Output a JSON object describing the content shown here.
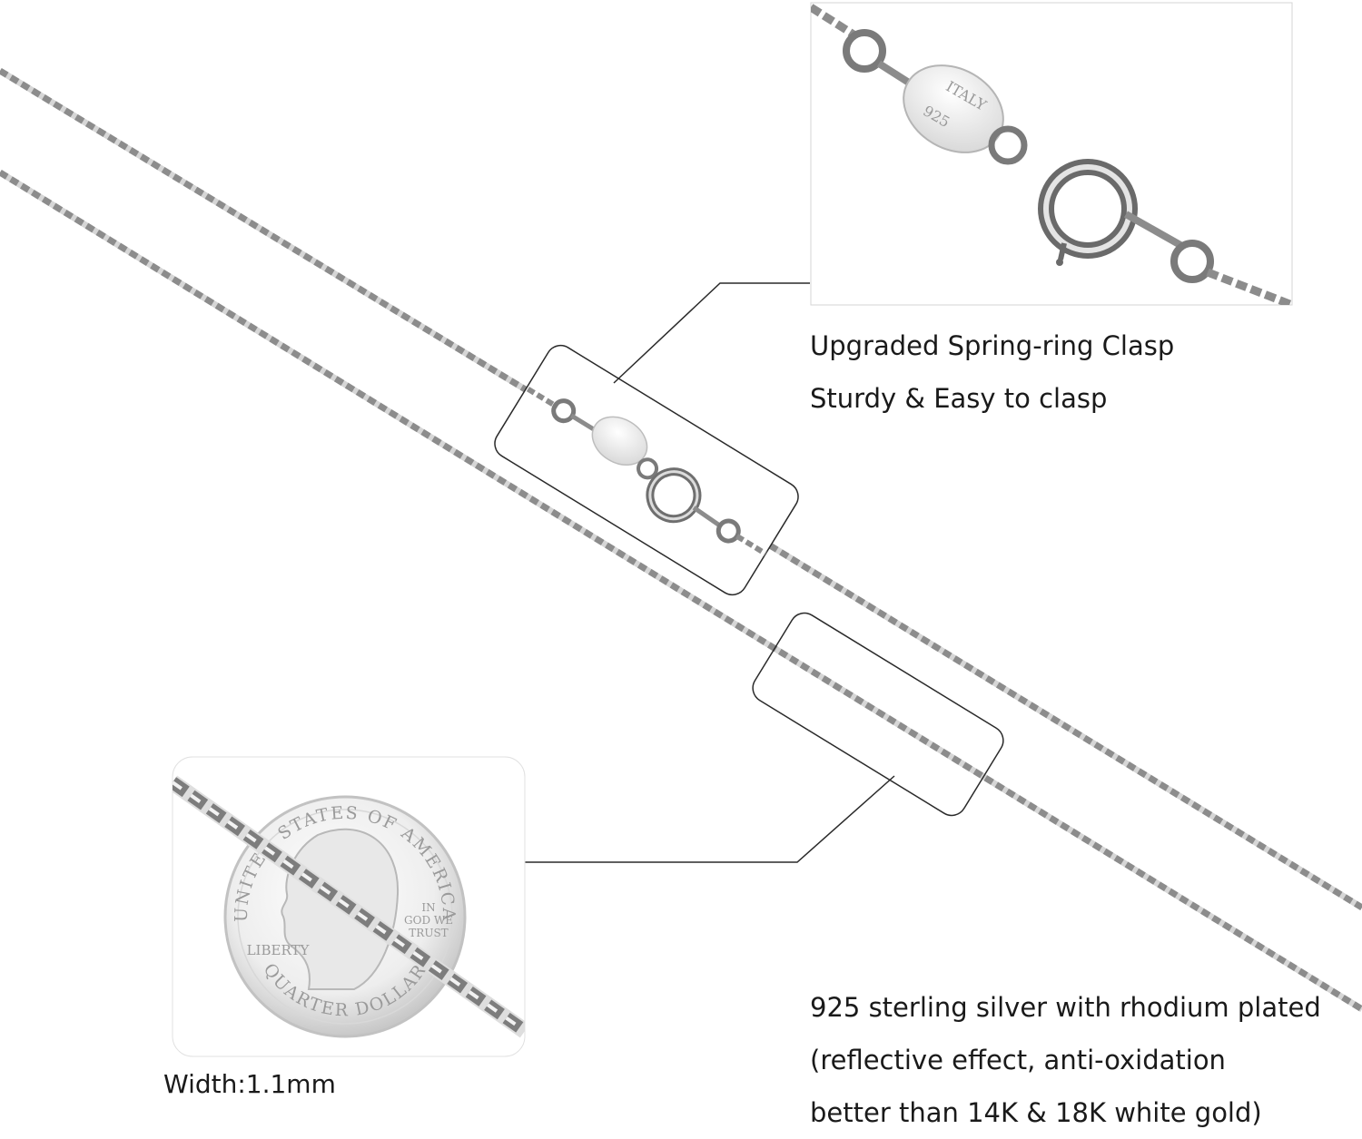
{
  "clasp_caption": {
    "line1": "Upgraded Spring-ring Clasp",
    "line2": "Sturdy & Easy to clasp"
  },
  "clasp_stamp": {
    "origin": "ITALY",
    "purity": "925"
  },
  "coin": {
    "top_text": "UNITED STATES OF AMERICA",
    "bottom_text": "QUARTER DOLLAR",
    "liberty": "LIBERTY",
    "motto_line1": "IN",
    "motto_line2": "GOD WE",
    "motto_line3": "TRUST"
  },
  "width_caption": "Width:1.1mm",
  "silver_caption": {
    "line1": "925 sterling silver with rhodium plated",
    "line2": "(reflective effect, anti-oxidation",
    "line3": "better than 14K & 18K white gold)"
  },
  "colors": {
    "chain": "#8c8c8c",
    "chain_highlight": "#d6d6d6",
    "frame": "#2a2a2a",
    "text": "#1a1a1a"
  }
}
